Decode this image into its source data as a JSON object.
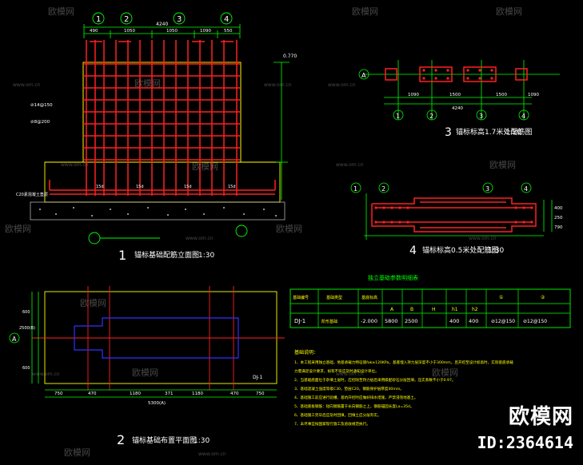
{
  "watermark": {
    "brand": "欧模网",
    "site": "www.om.cn",
    "id": "ID:2364614"
  },
  "drawing1": {
    "num": "1",
    "title": "锚标基础配筋立面图",
    "scale": "1:30",
    "axes": [
      "1",
      "2",
      "3",
      "4"
    ],
    "dims_top": [
      "4240",
      "490",
      "1050",
      "1050",
      "1090",
      "550"
    ],
    "elev": "0.770",
    "labels": [
      "⊘14@150",
      "⊘8@200",
      "15d",
      "15d",
      "15d",
      "15d",
      "C20素混凝土垫层"
    ]
  },
  "drawing2": {
    "num": "2",
    "title": "锚标基础布置平面图",
    "scale": "1:30",
    "tag": "DJ-1",
    "axis_a": "A",
    "dims_bottom": [
      "750",
      "470",
      "1180",
      "371",
      "1180",
      "470",
      "750"
    ],
    "total": "5300(A)",
    "dims_left": [
      "600",
      "2500(B)",
      "600"
    ]
  },
  "drawing3": {
    "num": "3",
    "title": "锚标标高1.7米处配筋图",
    "scale": "1:30",
    "axes": [
      "1",
      "2",
      "3",
      "4"
    ],
    "axis_a": "A",
    "dims": [
      "1090",
      "1500",
      "1500",
      "1090"
    ],
    "total": "4240"
  },
  "drawing4": {
    "num": "4",
    "title": "锚标标高0.5米处配筋图",
    "scale": "1:30",
    "axes": [
      "1",
      "2",
      "3",
      "4"
    ],
    "dims_side": [
      "400",
      "250",
      "790"
    ]
  },
  "table": {
    "title": "独立基础参数明细表",
    "headers": [
      "基础编号",
      "基础类型",
      "基底标高",
      "A",
      "B",
      "H",
      "h1",
      "h2",
      "①",
      "②"
    ],
    "row": [
      "DJ-1",
      "阶形基础",
      "-2.000",
      "5800",
      "2500",
      "400",
      "400",
      "⊘12@150",
      "⊘12@150"
    ]
  },
  "notes": {
    "title": "基础说明：",
    "lines": [
      "1、本工程采用独立基础，地基承载力特征值fak≥120KPa，基底埋入持力层深度不小于300mm，且开挖至设计标高时，实际基底承载",
      "   力需满足设计要求，如有不符应及时通知设计单位。",
      "2、当基础底面位于杂填土层时，应挖除至持力层后采用级配砂石分层回填，压实系数不小于0.97。",
      "3、基础混凝土强度等级C30，垫层C20，钢筋保护层厚度40mm。",
      "4、基础施工前应进行验槽，基坑开挖时应做好排水措施，严禁浸泡地基土。",
      "5、基础底板钢筋：短向钢筋置于长向钢筋之上，钢筋锚固长度La=35d。",
      "6、基础施工完毕后应及时回填，回填土应分层夯实。",
      "7、未尽事宜按国家现行施工及验收规范执行。"
    ]
  }
}
